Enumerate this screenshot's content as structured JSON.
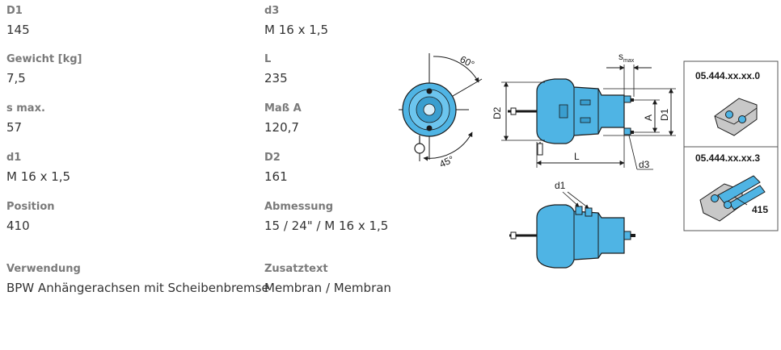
{
  "specs": {
    "d1_upper": {
      "label": "D1",
      "value": "145"
    },
    "gewicht": {
      "label": "Gewicht [kg]",
      "value": "7,5"
    },
    "smax": {
      "label": "s max.",
      "value": "57"
    },
    "d1_lower": {
      "label": "d1",
      "value": "M 16 x 1,5"
    },
    "position": {
      "label": "Position",
      "value": "410"
    },
    "verwendung": {
      "label": "Verwendung",
      "value": "BPW Anhängerachsen mit Scheibenbremse"
    },
    "d3": {
      "label": "d3",
      "value": "M 16 x 1,5"
    },
    "l": {
      "label": "L",
      "value": "235"
    },
    "mass_a": {
      "label": "Maß A",
      "value": "120,7"
    },
    "d2": {
      "label": "D2",
      "value": "161"
    },
    "abmessung": {
      "label": "Abmessung",
      "value": "15 / 24\" / M 16 x 1,5"
    },
    "zusatztext": {
      "label": "Zusatztext",
      "value": "Membran / Membran"
    }
  },
  "drawing": {
    "angle_top": "60°",
    "angle_bottom": "45°",
    "dim_s": "s",
    "dim_s_sub": "max",
    "dim_D2": "D2",
    "dim_A": "A",
    "dim_D1": "D1",
    "dim_L": "L",
    "dim_d3": "d3",
    "dim_d1": "d1",
    "variant_1": "05.444.xx.xx.0",
    "variant_2": "05.444.xx.xx.3",
    "variant_2_note": "415",
    "color_body": "#4fb4e4",
    "color_line": "#1a1a1a"
  }
}
